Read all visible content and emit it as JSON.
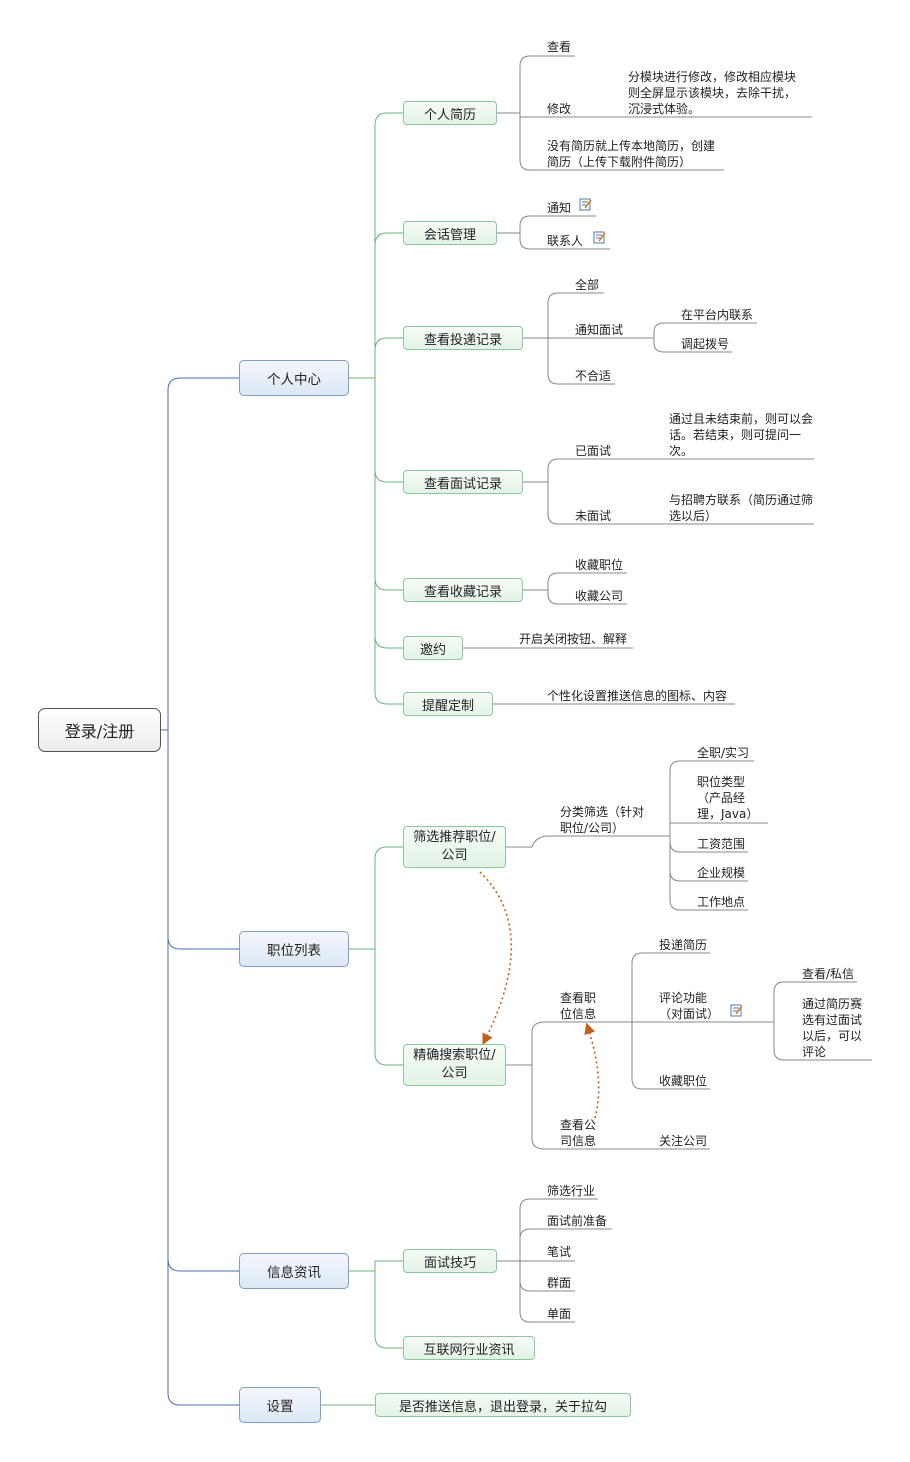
{
  "root": "登录/注册",
  "branches": {
    "personal": "个人中心",
    "jobs": "职位列表",
    "info": "信息资讯",
    "settings": "设置"
  },
  "personal": {
    "resume": "个人简历",
    "resume_view": "查看",
    "resume_edit": "修改",
    "resume_edit_note": "分模块进行修改，修改相应模块则全屏显示该模块，去除干扰，沉浸式体验。",
    "resume_upload": "没有简历就上传本地简历，创建简历（上传下载附件简历）",
    "chat": "会话管理",
    "chat_notice": "通知",
    "chat_contacts": "联系人",
    "delivery": "查看投递记录",
    "delivery_all": "全部",
    "delivery_notify": "通知面试",
    "delivery_platform": "在平台内联系",
    "delivery_call": "调起拨号",
    "delivery_unfit": "不合适",
    "interview": "查看面试记录",
    "interview_done": "已面试",
    "interview_done_note": "通过且未结束前，则可以会话。若结束，则可提问一次。",
    "interview_not": "未面试",
    "interview_not_note": "与招聘方联系（简历通过筛选以后）",
    "favorites": "查看收藏记录",
    "fav_jobs": "收藏职位",
    "fav_companies": "收藏公司",
    "invite": "邀约",
    "invite_note": "开启关闭按钮、解释",
    "remind": "提醒定制",
    "remind_note": "个性化设置推送信息的图标、内容"
  },
  "jobs": {
    "recommend": "筛选推荐职位/公司",
    "category": "分类筛选（针对职位/公司）",
    "cat_fulltime": "全职/实习",
    "cat_type": "职位类型（产品经理，Java）",
    "cat_salary": "工资范围",
    "cat_size": "企业规模",
    "cat_location": "工作地点",
    "search": "精确搜索职位/公司",
    "view_job": "查看职位信息",
    "deliver": "投递简历",
    "comment": "评论功能（对面试）",
    "comment_view": "查看/私信",
    "comment_note": "通过简历赛选有过面试以后，可以评论",
    "collect": "收藏职位",
    "view_company": "查看公司信息",
    "follow": "关注公司"
  },
  "info": {
    "skills": "面试技巧",
    "skill_1": "筛选行业",
    "skill_2": "面试前准备",
    "skill_3": "笔试",
    "skill_4": "群面",
    "skill_5": "单面",
    "news": "互联网行业资讯"
  },
  "settings": {
    "detail": "是否推送信息，退出登录，关于拉勾"
  },
  "colors": {
    "root_border": "#555555",
    "l1_border": "#7f9ec4",
    "l1_line": "#4a72a8",
    "l2_border": "#8cc79e",
    "l2_line": "#6bb37e",
    "leaf_line": "#888888",
    "relation": "#c0601a"
  },
  "icons": [
    "note-icon"
  ]
}
